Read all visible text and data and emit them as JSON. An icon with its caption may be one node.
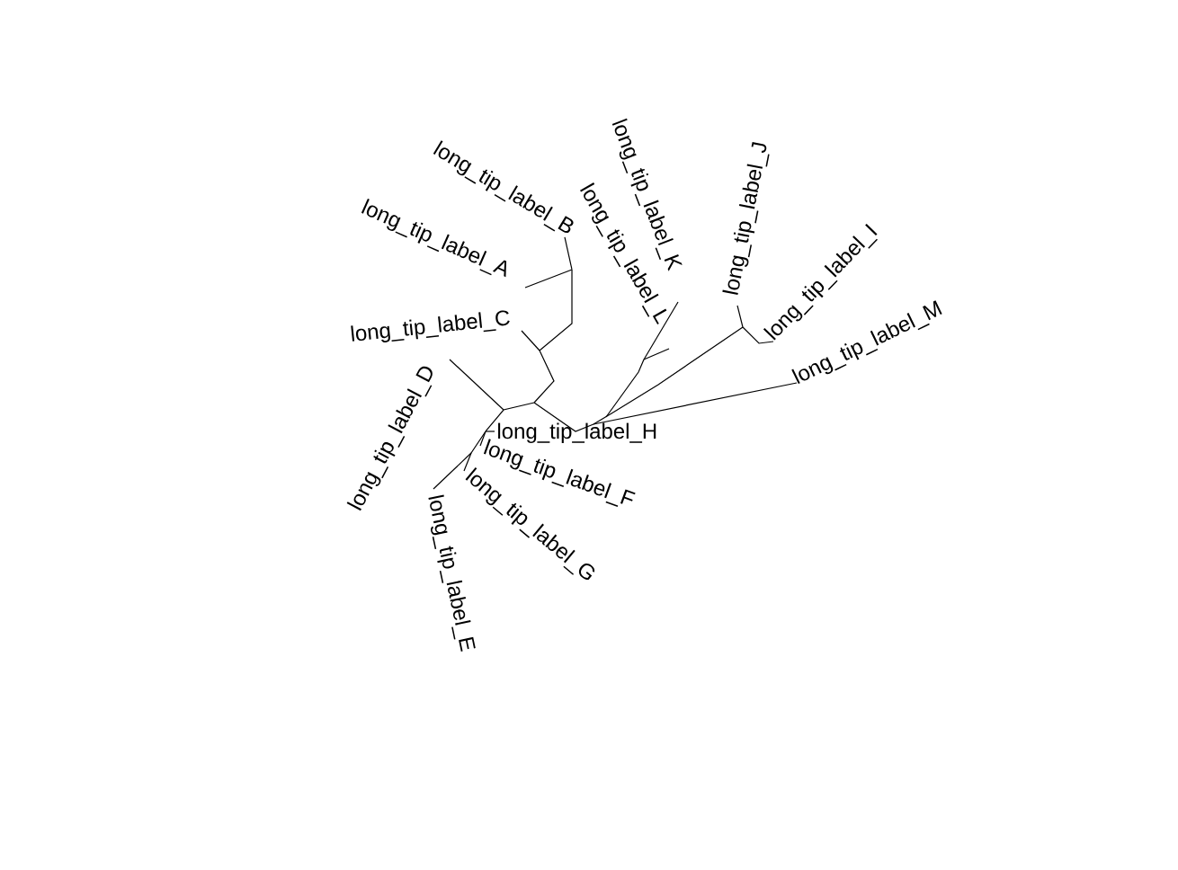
{
  "diagram": {
    "labels": [
      "long_tip_label_J",
      "long_tip_label_K",
      "long_tip_label_B",
      "long_tip_label_L",
      "long_tip_label_A",
      "long_tip_label_I",
      "long_tip_label_C",
      "long_tip_label_M",
      "long_tip_label_D",
      "long_tip_label_H",
      "long_tip_label_F",
      "long_tip_label_G",
      "long_tip_label_E"
    ]
  }
}
